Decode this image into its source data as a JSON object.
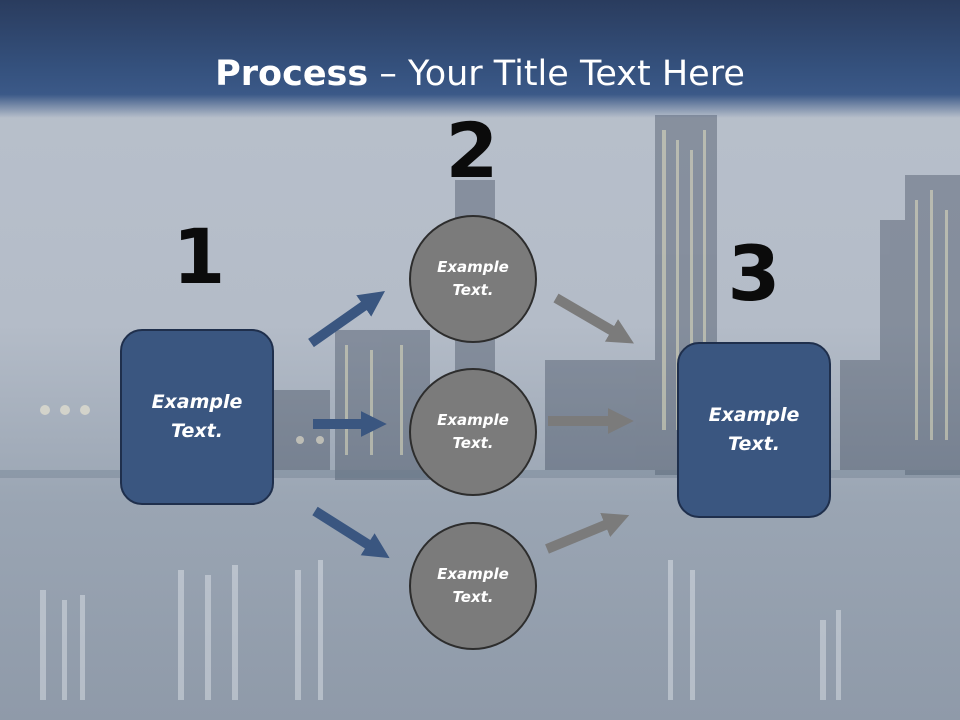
{
  "slide": {
    "title_bold": "Process",
    "title_rest": " – Your Title Text Here"
  },
  "steps": {
    "step1_number": "1",
    "step2_number": "2",
    "step3_number": "3"
  },
  "boxes": {
    "left_text": "Example Text.",
    "right_text": "Example Text."
  },
  "circles": {
    "top_text": "Example Text.",
    "middle_text": "Example Text.",
    "bottom_text": "Example Text."
  },
  "colors": {
    "box_fill": "#3a5680",
    "circle_fill": "#7b7b7b",
    "blue_arrow": "#3a5680",
    "gray_arrow": "#7b7b7b",
    "header": "#34507c"
  }
}
